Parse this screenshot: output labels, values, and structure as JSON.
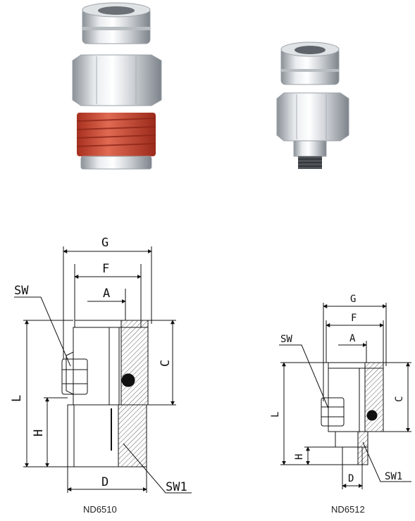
{
  "products": [
    {
      "code": "ND6510",
      "labels": {
        "G": "G",
        "F": "F",
        "A": "A",
        "SW": "SW",
        "L": "L",
        "C": "C",
        "H": "H",
        "D": "D",
        "SW1": "SW1"
      }
    },
    {
      "code": "ND6512",
      "labels": {
        "G": "G",
        "F": "F",
        "A": "A",
        "SW": "SW",
        "L": "L",
        "C": "C",
        "H": "H",
        "D": "D",
        "SW1": "SW1"
      }
    }
  ],
  "colors": {
    "thread_seal": "#c8412f",
    "metal_light": "#f1f3f5",
    "metal_dark": "#8e949a",
    "line": "#111111"
  }
}
